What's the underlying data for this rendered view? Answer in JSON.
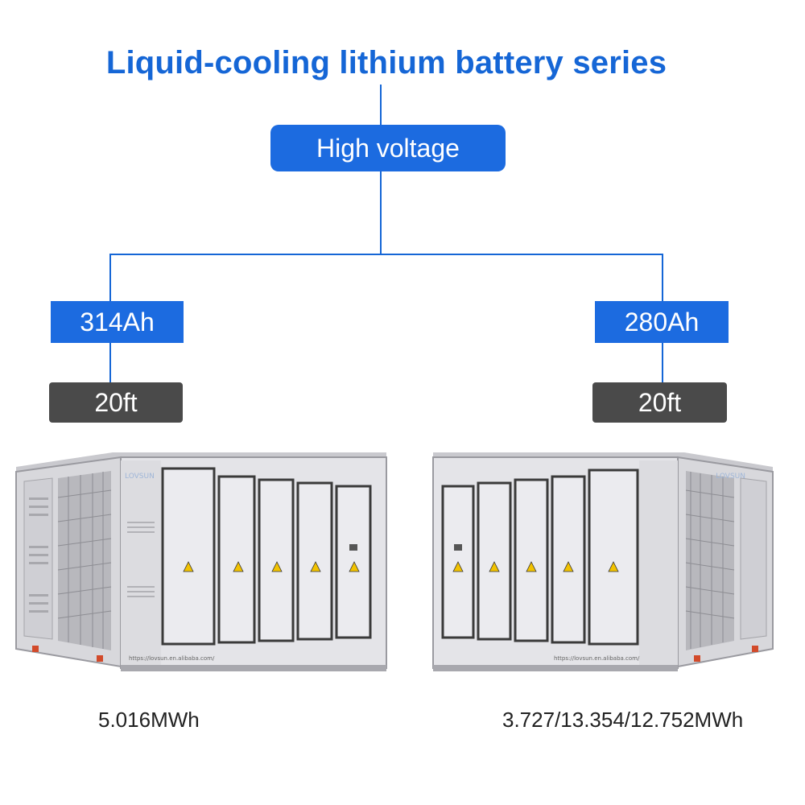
{
  "title": "Liquid-cooling lithium battery series",
  "root": {
    "label": "High voltage"
  },
  "branches": [
    {
      "capacity": "314Ah",
      "size": "20ft",
      "energy": "5.016MWh",
      "brand": "LOVSUN",
      "url": "https://lovsun.en.alibaba.com/"
    },
    {
      "capacity": "280Ah",
      "size": "20ft",
      "energy": "3.727/13.354/12.752MWh",
      "brand": "LOVSUN",
      "url": "https://lovsun.en.alibaba.com/"
    }
  ],
  "colors": {
    "accent": "#1566d6",
    "node_blue": "#1c6be0",
    "node_gray": "#4a4a4a",
    "container_body": "#e4e4e8",
    "container_frame": "#9a9aa0",
    "door_border": "#3a3a3a",
    "warning": "#f2c200"
  }
}
